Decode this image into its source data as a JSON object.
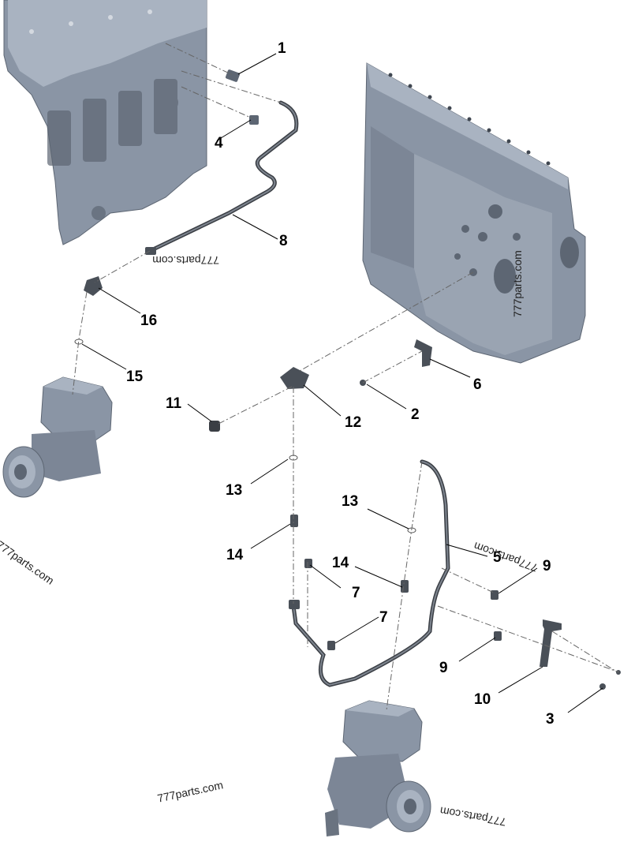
{
  "diagram": {
    "callouts": {
      "c1": "1",
      "c2": "2",
      "c3": "3",
      "c4": "4",
      "c5": "5",
      "c6": "6",
      "c7a": "7",
      "c7b": "7",
      "c8": "8",
      "c9a": "9",
      "c9b": "9",
      "c10": "10",
      "c11": "11",
      "c12": "12",
      "c13a": "13",
      "c13b": "13",
      "c14a": "14",
      "c14b": "14",
      "c15": "15",
      "c16": "16"
    },
    "watermarks": {
      "w1": "777parts.com",
      "w2": "777parts.com",
      "w3": "777parts.com",
      "w4": "777parts.com",
      "w5": "777parts.com",
      "w6": "777parts.com"
    },
    "colors": {
      "part_fill": "#8a95a5",
      "part_light": "#a9b3c1",
      "part_dark": "#5d6673",
      "tube": "#3a3e44",
      "leader": "#000000",
      "dash": "#666666"
    }
  }
}
